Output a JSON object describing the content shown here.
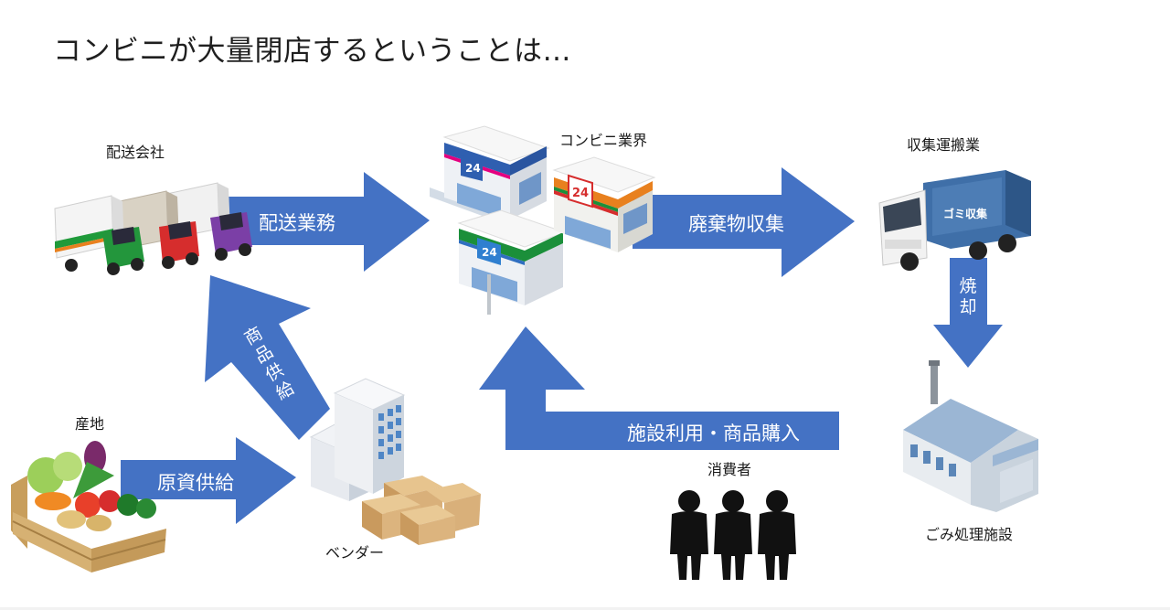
{
  "title": "コンビニが大量閉店するということは…",
  "nodes": {
    "delivery": "配送会社",
    "convenience": "コンビニ業界",
    "collection": "収集運搬業",
    "origin": "産地",
    "vendor": "ベンダー",
    "consumer": "消費者",
    "disposal": "ごみ処理施設"
  },
  "arrows": {
    "delivery_work": "配送業務",
    "waste_collection": "廃棄物収集",
    "incineration": "焼却",
    "product_supply": "商品供給",
    "raw_supply": "原資供給",
    "facility_use": "施設利用・商品購入"
  },
  "store_sign": "24",
  "truck_text": "ゴミ収集",
  "colors": {
    "arrow": "#4472c4",
    "text": "#1a1a1a"
  }
}
